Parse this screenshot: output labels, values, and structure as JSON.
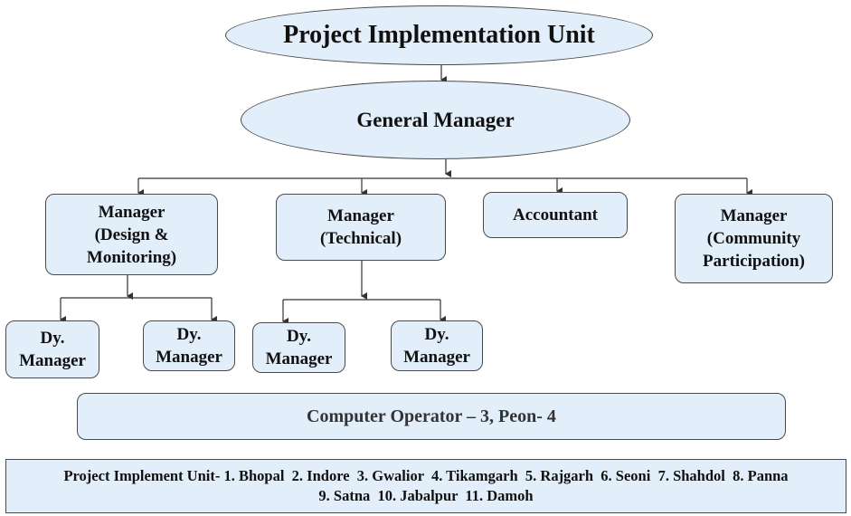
{
  "nodes": {
    "piu": "Project Implementation Unit",
    "gm": "General Manager",
    "mgr_design": "Manager\n(Design &\nMonitoring)",
    "mgr_tech": "Manager\n(Technical)",
    "accountant": "Accountant",
    "mgr_community": "Manager\n(Community\nParticipation)",
    "dy1": "Dy.\nManager",
    "dy2": "Dy.\nManager",
    "dy3": "Dy.\nManager",
    "dy4": "Dy.\nManager",
    "staff": "Computer Operator – 3, Peon- 4"
  },
  "footer": {
    "line1": "Project Implement Unit- 1. Bhopal  2. Indore  3. Gwalior  4. Tikamgarh  5. Rajgarh  6. Seoni  7. Shahdol  8. Panna",
    "line2": "9. Satna  10. Jabalpur  11. Damoh"
  },
  "colors": {
    "node_fill": "#e2eefa",
    "node_border": "#4a4a4a",
    "text": "#111111"
  }
}
